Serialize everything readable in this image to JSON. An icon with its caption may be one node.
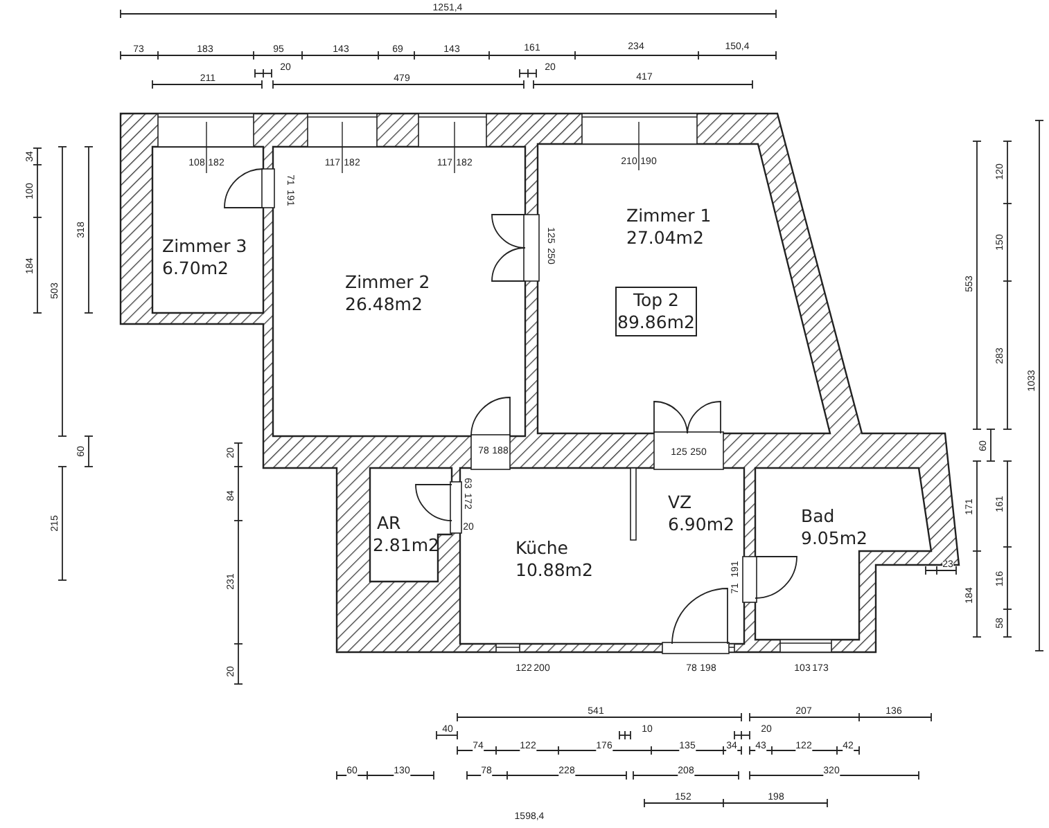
{
  "diagram": {
    "nodes": [
      {
        "text": [
          "Zimmer 3",
          "6.70m2"
        ]
      },
      {
        "text": [
          "Zimmer 2",
          "26.48m2"
        ]
      },
      {
        "text": [
          "Zimmer 1",
          "27.04m2"
        ]
      },
      {
        "text": [
          "Top 2",
          "89.86m2"
        ],
        "in": 2
      },
      {
        "text": [
          "AR",
          "2.81m2"
        ]
      },
      {
        "text": [
          "Küche",
          "10.88m2"
        ]
      },
      {
        "text": [
          "VZ",
          "6.90m2"
        ]
      },
      {
        "text": [
          "Bad",
          "9.05m2"
        ]
      }
    ],
    "labels": [
      "1251,4",
      "73",
      "183",
      "95",
      "143",
      "69",
      "143",
      "161",
      "234",
      "150,4",
      "20",
      "211",
      "479",
      "20",
      "417",
      "34",
      "100",
      "184",
      "503",
      "318",
      "60",
      "215",
      "20",
      "84",
      "231",
      "20",
      "553",
      "120",
      "150",
      "283",
      "60",
      "1033",
      "171",
      "161",
      "184",
      "116",
      "58",
      "23",
      "108",
      "182",
      "117",
      "182",
      "117",
      "182",
      "210",
      "190",
      "71",
      "191",
      "125",
      "250",
      "78",
      "188",
      "125",
      "250",
      "63",
      "172",
      "20",
      "71",
      "191",
      "122",
      "200",
      "78",
      "198",
      "103",
      "173",
      "541",
      "207",
      "136",
      "40",
      "10",
      "20",
      "74",
      "122",
      "176",
      "135",
      "34",
      "43",
      "122",
      "42",
      "60",
      "130",
      "78",
      "228",
      "208",
      "320",
      "152",
      "198",
      "1598,4"
    ]
  }
}
